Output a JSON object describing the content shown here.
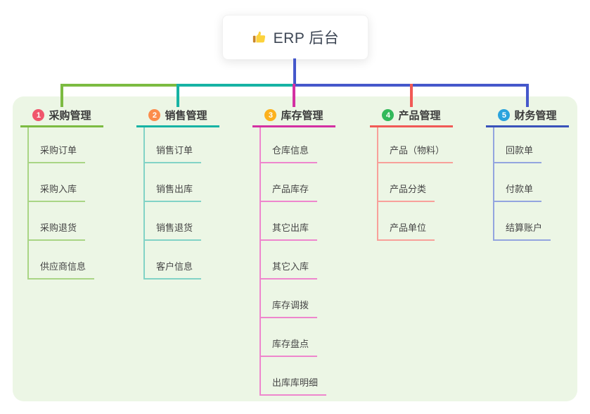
{
  "root": {
    "icon": "thumbs-up",
    "label": "ERP 后台"
  },
  "colors": {
    "panel_bg": "#ecf6e5",
    "connector_blue": "#4558cb",
    "text_dark": "#3d4654",
    "branch_text": "#3b3b3b",
    "child_text": "#464646"
  },
  "branches": [
    {
      "number": "1",
      "label": "采购管理",
      "badge_color": "#f0566c",
      "line_color": "#7cbb42",
      "child_line_color": "#a9d585",
      "children": [
        "采购订单",
        "采购入库",
        "采购退货",
        "供应商信息"
      ]
    },
    {
      "number": "2",
      "label": "销售管理",
      "badge_color": "#fc8c4c",
      "line_color": "#17b3a4",
      "child_line_color": "#82d3c6",
      "children": [
        "销售订单",
        "销售出库",
        "销售退货",
        "客户信息"
      ]
    },
    {
      "number": "3",
      "label": "库存管理",
      "badge_color": "#fcb11d",
      "line_color": "#d330a2",
      "child_line_color": "#ee86cd",
      "children": [
        "仓库信息",
        "产品库存",
        "其它出库",
        "其它入库",
        "库存调拨",
        "库存盘点",
        "出库库明细"
      ]
    },
    {
      "number": "4",
      "label": "产品管理",
      "badge_color": "#33b95b",
      "line_color": "#f15a56",
      "child_line_color": "#f8a09a",
      "children": [
        "产品（物料）",
        "产品分类",
        "产品单位"
      ]
    },
    {
      "number": "5",
      "label": "财务管理",
      "badge_color": "#2aa3dd",
      "line_color": "#3a52ba",
      "child_line_color": "#93a5df",
      "children": [
        "回款单",
        "付款单",
        "结算账户"
      ]
    }
  ]
}
